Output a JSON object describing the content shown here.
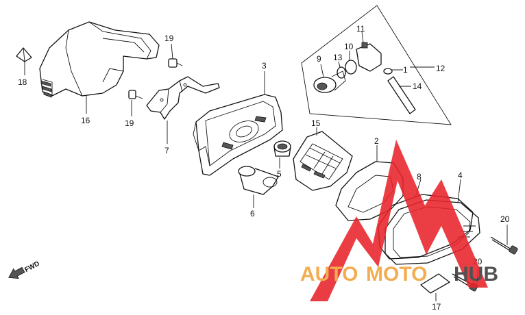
{
  "diagram": {
    "labels": {
      "p1": "1",
      "p2": "2",
      "p3": "3",
      "p4": "4",
      "p5": "5",
      "p6": "6",
      "p7": "7",
      "p8": "8",
      "p9": "9",
      "p10": "10",
      "p11": "11",
      "p12": "12",
      "p13": "13",
      "p14": "14",
      "p15": "15",
      "p16": "16",
      "p17": "17",
      "p18": "18",
      "p19a": "19",
      "p19b": "19",
      "p20a": "20",
      "p20b": "20"
    },
    "direction_label": "FWD"
  },
  "watermark": {
    "text_auto": "AUTO",
    "text_moto": "MOTO",
    "text_hub": "HUB",
    "colors": {
      "red": "#e8232a",
      "orange": "#f2a23a",
      "dark": "#3a3a3a"
    }
  }
}
